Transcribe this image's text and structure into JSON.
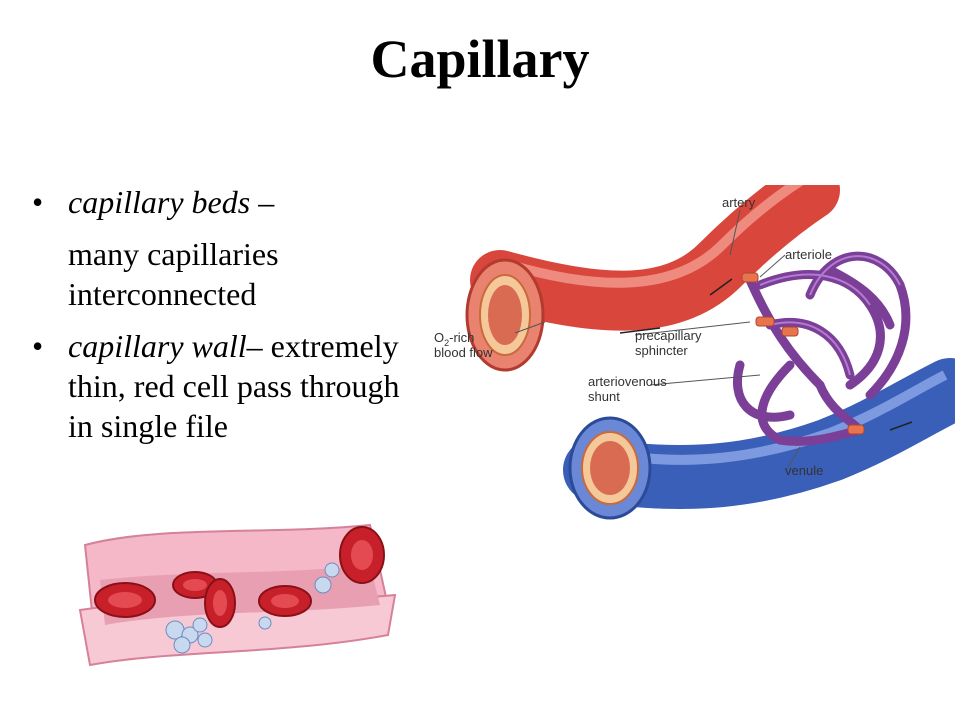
{
  "slide": {
    "title": "Capillary",
    "bullets": [
      {
        "italic": "capillary beds",
        "rest": " –",
        "continuation": "many capillaries interconnected"
      },
      {
        "italic": "capillary wall",
        "rest": "– extremely thin, red cell pass through in single file"
      }
    ]
  },
  "diagram": {
    "labels": {
      "artery": "artery",
      "arteriole": "arteriole",
      "o2": "O",
      "o2_sub": "2",
      "o2_rest": "-rich",
      "blood_flow": "blood flow",
      "precap_1": "precapillary",
      "precap_2": "sphincter",
      "shunt_1": "arteriovenous",
      "shunt_2": "shunt",
      "venule": "venule"
    },
    "colors": {
      "artery": "#d9463c",
      "vein": "#3a5fb8",
      "capillary": "#7b3f98",
      "sphincter": "#e8734f",
      "rbc": "#c8202a",
      "vessel_wall": "#f1b3c6"
    }
  }
}
